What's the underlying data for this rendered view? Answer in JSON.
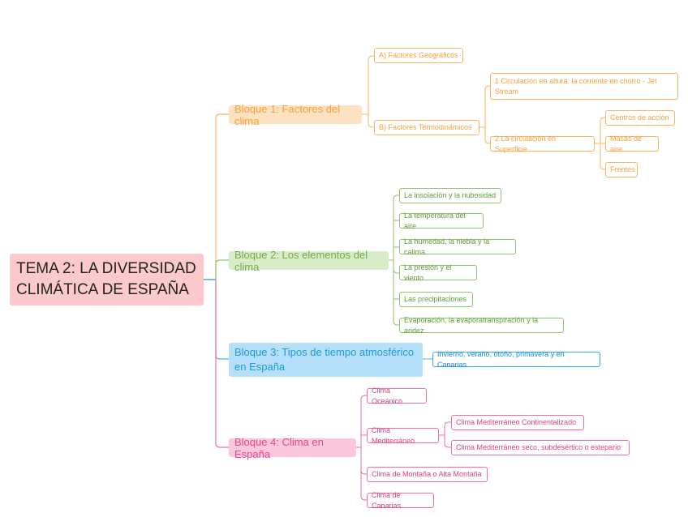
{
  "root": {
    "title": "TEMA 2: LA DIVERSIDAD CLIMÁTICA DE ESPAÑA"
  },
  "colors": {
    "root": "#fcc9cc",
    "bloque1": "#f5a23c",
    "bloque2": "#71ad4a",
    "bloque3": "#1a9ad8",
    "bloque4": "#e8478b",
    "root_line": "#4fb3e8"
  },
  "bloque1": {
    "label": "Bloque 1: Factores del clima",
    "a": "A) Factores Geográficos",
    "b": "B) Factores Termodinámicos",
    "b1": "1 Circulación en altura: la corriente en chorro - Jet Stream",
    "b2": "2 La circulación en Superficie",
    "b2_items": [
      "Centros de acción",
      "Masas de aire",
      "Frentes"
    ]
  },
  "bloque2": {
    "label": "Bloque 2: Los elementos del clima",
    "items": [
      "La insolación y la nubosidad",
      "La temperatura del aire",
      "La humedad, la niebla y la calima",
      "La presión y el viento",
      "Las precipitaciones",
      "Evaporación, la evaporatranspiración y la aridez"
    ]
  },
  "bloque3": {
    "label": "Bloque 3: Tipos de tiempo atmosférico en España",
    "item": "Invierno, verano, otoño, primavera y en Canarias"
  },
  "bloque4": {
    "label": "Bloque 4: Clima en España",
    "oceanico": "Clima Oceánico",
    "mediterraneo": "Clima Mediterráneo",
    "med_items": [
      "Clima Mediterráneo Continentalizado",
      "Clima Mediterráneo seco, subdesértico o estepario"
    ],
    "montana": "Clima de Montaña o Alta Montaña",
    "canarias": "Clima de Canarias"
  }
}
